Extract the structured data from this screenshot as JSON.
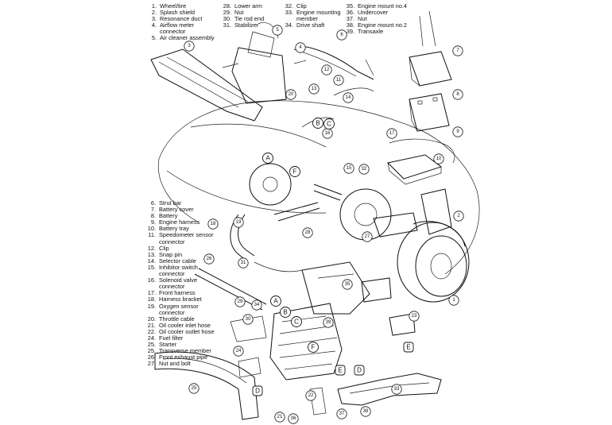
{
  "legend_top_1": [
    {
      "n": "1.",
      "t": "Wheel/tire"
    },
    {
      "n": "2.",
      "t": "Splash shield"
    },
    {
      "n": "3.",
      "t": "Resonance duct"
    },
    {
      "n": "4.",
      "t": "Airflow meter"
    },
    {
      "n": "",
      "t": "connector"
    },
    {
      "n": "5.",
      "t": "Air cleaner assembly"
    }
  ],
  "legend_top_2": [
    {
      "n": "28.",
      "t": "Lower arm"
    },
    {
      "n": "29.",
      "t": "Nut"
    },
    {
      "n": "30.",
      "t": "Tie rod end"
    },
    {
      "n": "31.",
      "t": "Stabilizer"
    }
  ],
  "legend_top_3": [
    {
      "n": "32.",
      "t": "Clip"
    },
    {
      "n": "33.",
      "t": "Engine mounting"
    },
    {
      "n": "",
      "t": "member"
    },
    {
      "n": "34.",
      "t": "Drive shaft"
    }
  ],
  "legend_top_4": [
    {
      "n": "35.",
      "t": "Engine mount no.4"
    },
    {
      "n": "36.",
      "t": "Undercover"
    },
    {
      "n": "37.",
      "t": "Nut"
    },
    {
      "n": "38.",
      "t": "Engine mount no.2"
    },
    {
      "n": "39.",
      "t": "Transaxle"
    }
  ],
  "legend_side": [
    {
      "n": "6.",
      "t": "Strut bar"
    },
    {
      "n": "7.",
      "t": "Battery cover"
    },
    {
      "n": "8.",
      "t": "Battery"
    },
    {
      "n": "9.",
      "t": "Engine harness"
    },
    {
      "n": "10.",
      "t": "Battery tray"
    },
    {
      "n": "11.",
      "t": "Speedometer sensor"
    },
    {
      "n": "",
      "t": "connector"
    },
    {
      "n": "12.",
      "t": "Clip"
    },
    {
      "n": "13.",
      "t": "Snap pin"
    },
    {
      "n": "14.",
      "t": "Selector cable"
    },
    {
      "n": "15.",
      "t": "Inhibitor switch"
    },
    {
      "n": "",
      "t": "connector"
    },
    {
      "n": "16.",
      "t": "Solenoid valve"
    },
    {
      "n": "",
      "t": "connector"
    },
    {
      "n": "17.",
      "t": "Front harness"
    },
    {
      "n": "18.",
      "t": "Harness bracket"
    },
    {
      "n": "19.",
      "t": "Oxygen sensor"
    },
    {
      "n": "",
      "t": "connector"
    },
    {
      "n": "20.",
      "t": "Throttle cable"
    },
    {
      "n": "21.",
      "t": "Oil cooler inlet hose"
    },
    {
      "n": "22.",
      "t": "Oil cooler outlet hose"
    },
    {
      "n": "24.",
      "t": "Fuel filter"
    },
    {
      "n": "25.",
      "t": "Starter"
    },
    {
      "n": "25.",
      "t": "Transverse member"
    },
    {
      "n": "26.",
      "t": "Front exhaust pipe"
    },
    {
      "n": "27.",
      "t": "Nut and bolt"
    }
  ],
  "callouts": [
    "1",
    "2",
    "3",
    "4",
    "5",
    "6",
    "7",
    "8",
    "9",
    "10",
    "11",
    "12",
    "13",
    "14",
    "15",
    "16",
    "17",
    "18",
    "19",
    "20",
    "21",
    "22",
    "23",
    "24",
    "25",
    "26",
    "27",
    "28",
    "29",
    "30",
    "31",
    "32",
    "33",
    "34",
    "35",
    "36",
    "37",
    "38",
    "39"
  ],
  "letters": [
    "A",
    "B",
    "C",
    "D",
    "E",
    "F"
  ]
}
